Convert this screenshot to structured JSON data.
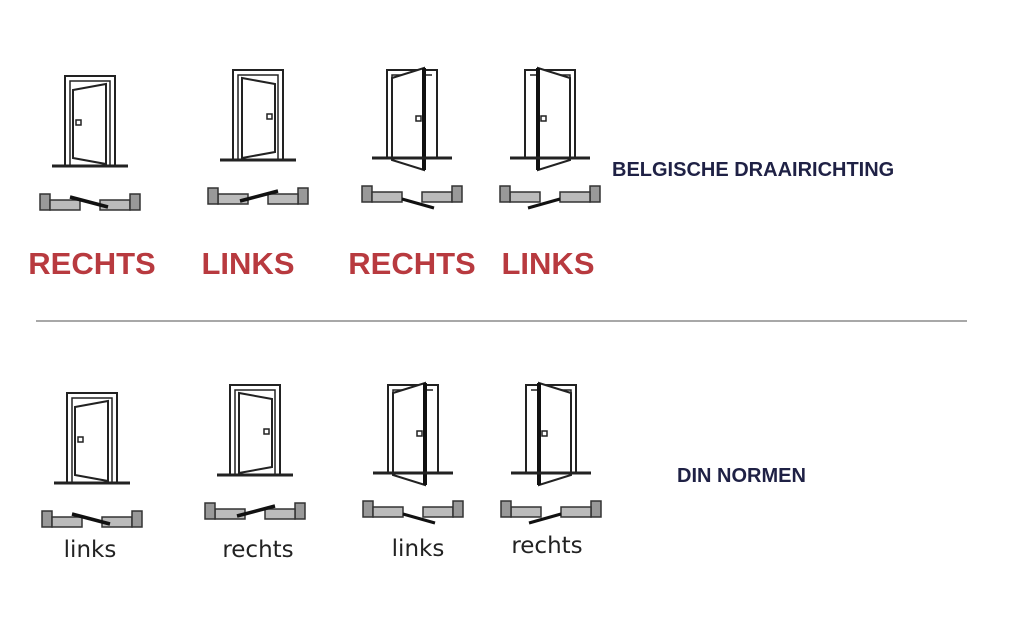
{
  "belgian": {
    "title": "BELGISCHE DRAAIRICHTING",
    "labels": [
      "RECHTS",
      "LINKS",
      "RECHTS",
      "LINKS"
    ],
    "label_color": "#b83a3f"
  },
  "din": {
    "title": "DIN NORMEN",
    "labels": [
      "links",
      "rechts",
      "links",
      "rechts"
    ]
  },
  "title_color": "#1f2145"
}
